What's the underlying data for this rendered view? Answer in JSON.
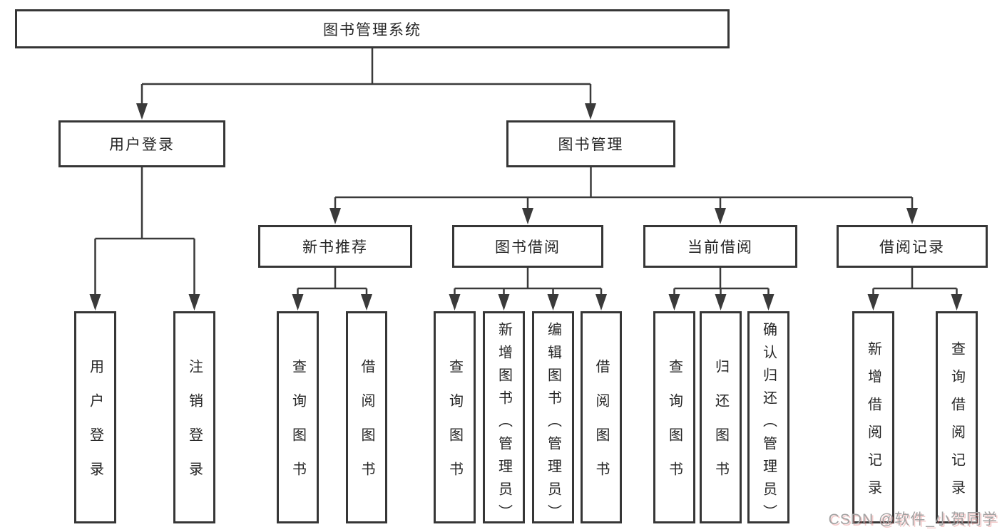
{
  "diagram": {
    "root": {
      "label": "图书管理系统"
    },
    "branches": [
      {
        "label": "用户登录",
        "children": [
          {
            "label": "用户登录"
          },
          {
            "label": "注销登录"
          }
        ]
      },
      {
        "label": "图书管理",
        "children": [
          {
            "label": "新书推荐",
            "children": [
              {
                "label": "查询图书"
              },
              {
                "label": "借阅图书"
              }
            ]
          },
          {
            "label": "图书借阅",
            "children": [
              {
                "label": "查询图书"
              },
              {
                "label": "新增图书（管理员）"
              },
              {
                "label": "编辑图书（管理员）"
              },
              {
                "label": "借阅图书"
              }
            ]
          },
          {
            "label": "当前借阅",
            "children": [
              {
                "label": "查询图书"
              },
              {
                "label": "归还图书"
              },
              {
                "label": "确认归还（管理员）"
              }
            ]
          },
          {
            "label": "借阅记录",
            "children": [
              {
                "label": "新增借阅记录"
              },
              {
                "label": "查询借阅记录"
              }
            ]
          }
        ]
      }
    ]
  },
  "watermark": {
    "text": "CSDN @软件_小贺同学"
  },
  "colors": {
    "background": "#ffffff",
    "box_border": "#363636",
    "line": "#3a3a3a",
    "text": "#262626",
    "watermark": "#a2a2a2"
  }
}
